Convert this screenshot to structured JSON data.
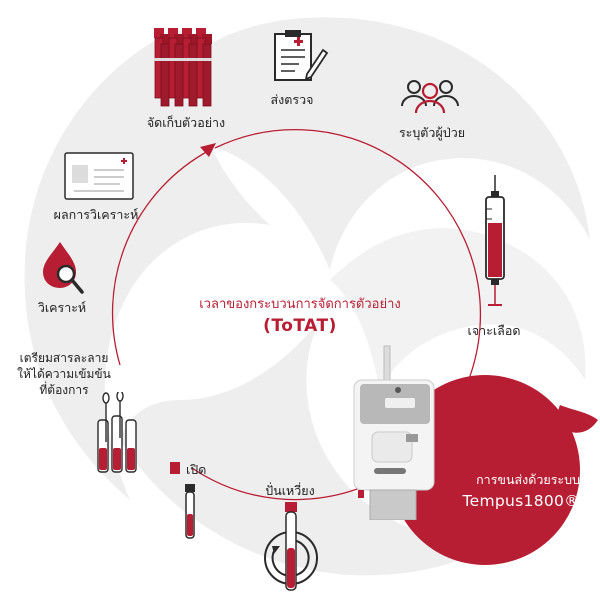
{
  "center": {
    "title": "เวลาของกระบวนการจัดการตัวอย่าง",
    "subtitle": "(ToTAT)"
  },
  "steps": {
    "send_test": "ส่งตรวจ",
    "identify_patient": "ระบุตัวผู้ป่วย",
    "draw_blood": "เจาะเลือด",
    "centrifuge": "ปั่นเหวี่ยง",
    "open": "เปิด",
    "prepare": [
      "เตรียมสารละลาย",
      "ให้ได้ความเข้มข้น",
      "ที่ต้องการ"
    ],
    "analyze": "วิเคราะห์",
    "result": "ผลการวิเคราะห์",
    "store": "จัดเก็บตัวอย่าง"
  },
  "tempus": {
    "line1": "การขนส่งด้วยระบบ",
    "line2": "Tempus1800®"
  },
  "colors": {
    "accent": "#b81e33",
    "swirl": "#eeeeee",
    "icon": "#2a2a2a"
  }
}
